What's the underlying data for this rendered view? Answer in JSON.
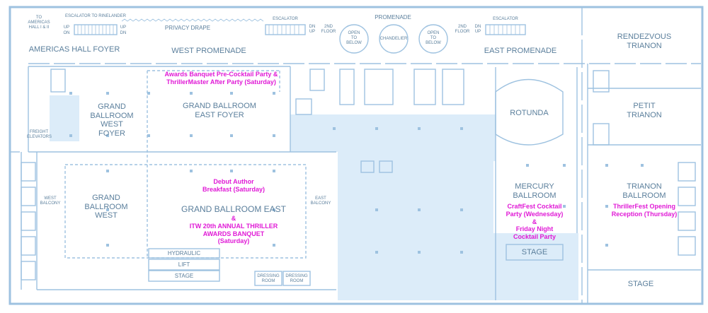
{
  "labels": {
    "to_americas": "TO\nAMERICAS\nHALL I & II",
    "escalator_rinelander": "ESCALATOR TO RINELANDER",
    "up": "UP",
    "on": "ON",
    "up2": "UP",
    "dn": "DN",
    "privacy_drape": "PRIVACY DRAPE",
    "escalator_1": "ESCALATOR",
    "dn_up_left": "DN\nUP",
    "floor_2nd_left": "2ND\nFLOOR",
    "promenade": "PROMENADE",
    "open_below_1": "OPEN\nTO\nBELOW",
    "chandelier": "CHANDELIER",
    "open_below_2": "OPEN\nTO\nBELOW",
    "floor_2nd_right": "2ND\nFLOOR",
    "dn_up_right": "DN\nUP",
    "escalator_2": "ESCALATOR",
    "americas_foyer": "AMERICAS HALL FOYER",
    "west_promenade": "WEST PROMENADE",
    "east_promenade": "EAST PROMENADE",
    "rendezvous": "RENDEZVOUS\nTRIANON",
    "gb_west_foyer": "GRAND\nBALLROOM\nWEST\nFOYER",
    "gb_east_foyer": "GRAND BALLROOM\nEAST FOYER",
    "freight_elevators": "FREIGHT\nELEVATORS",
    "rotunda": "ROTUNDA",
    "petit_trianon": "PETIT\nTRIANON",
    "west_balcony": "WEST\nBALCONY",
    "gb_west": "GRAND\nBALLROOM\nWEST",
    "gb_east": "GRAND BALLROOM EAST",
    "east_balcony": "EAST\nBALCONY",
    "mercury": "MERCURY\nBALLROOM",
    "trianon_ballroom": "TRIANON\nBALLROOM",
    "hydraulic": "HYDRAULIC",
    "lift": "LIFT",
    "stage_1": "STAGE",
    "dressing_1": "DRESSING\nROOM",
    "dressing_2": "DRESSING\nROOM",
    "stage_2": "STAGE",
    "stage_3": "STAGE"
  },
  "events": {
    "awards_precocktail": "Awards Banquet Pre-Cocktail Party &\nThrillerMaster After Party (Saturday)",
    "debut_author": "Debut Author\nBreakfast (Saturday)",
    "itw_banquet": "&\nITW 20th ANNUAL THRILLER\nAWARDS BANQUET\n(Saturday)",
    "craftfest": "CraftFest Cocktail\nParty (Wednesday)\n&\nFriday Night\nCocktail Party",
    "thrillerfest_opening": "ThrillerFest Opening\nReception (Thursday)"
  },
  "colors": {
    "line": "#9ec2e0",
    "text": "#5b7f9c",
    "fill": "#dcecf9",
    "event": "#e01ad6"
  }
}
